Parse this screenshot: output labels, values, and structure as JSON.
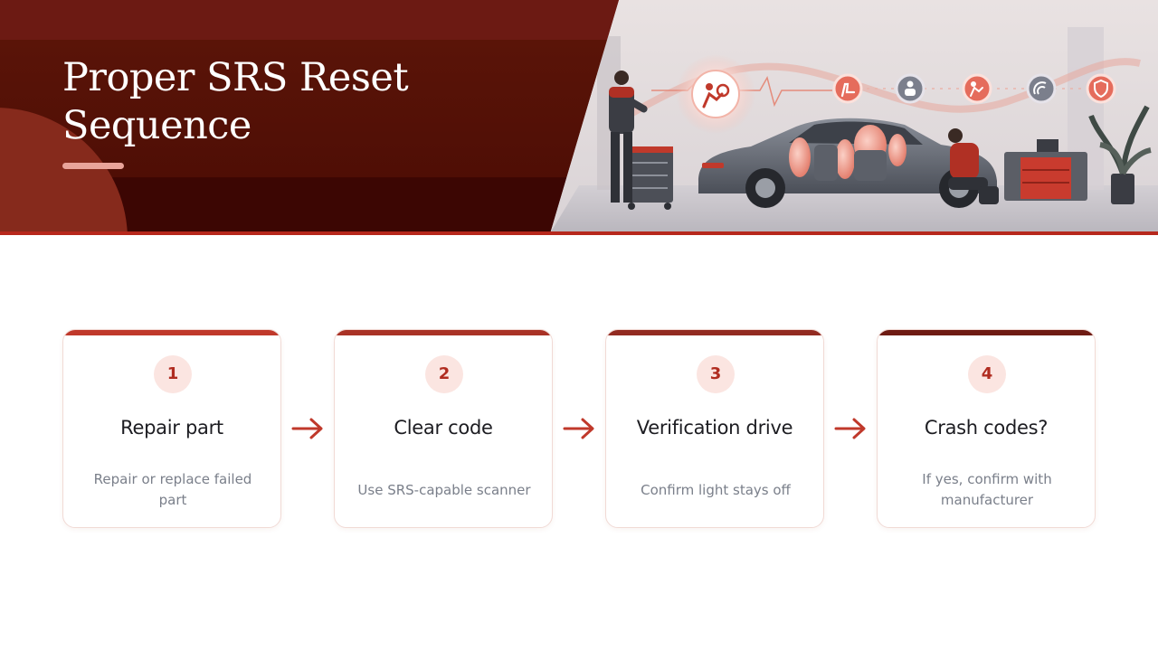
{
  "header": {
    "title": "Proper SRS Reset Sequence",
    "accent_color": "#b7281c"
  },
  "banner_icons": [
    "airbag-icon",
    "seat-icon",
    "occupant-icon",
    "airbag-deploy-icon",
    "scanner-icon",
    "shield-icon"
  ],
  "steps": [
    {
      "number": "1",
      "title": "Repair part",
      "description": "Repair or replace failed part",
      "bar_color": "#c0392b"
    },
    {
      "number": "2",
      "title": "Clear code",
      "description": "Use SRS-capable scanner",
      "bar_color": "#a93226"
    },
    {
      "number": "3",
      "title": "Verification drive",
      "description": "Confirm light stays off",
      "bar_color": "#922b21"
    },
    {
      "number": "4",
      "title": "Crash codes?",
      "description": "If yes, confirm with manufacturer",
      "bar_color": "#6e1b13"
    }
  ],
  "colors": {
    "step_number_bg": "#fbe5e1",
    "step_number_text": "#b02c20",
    "arrow": "#c0392b"
  }
}
